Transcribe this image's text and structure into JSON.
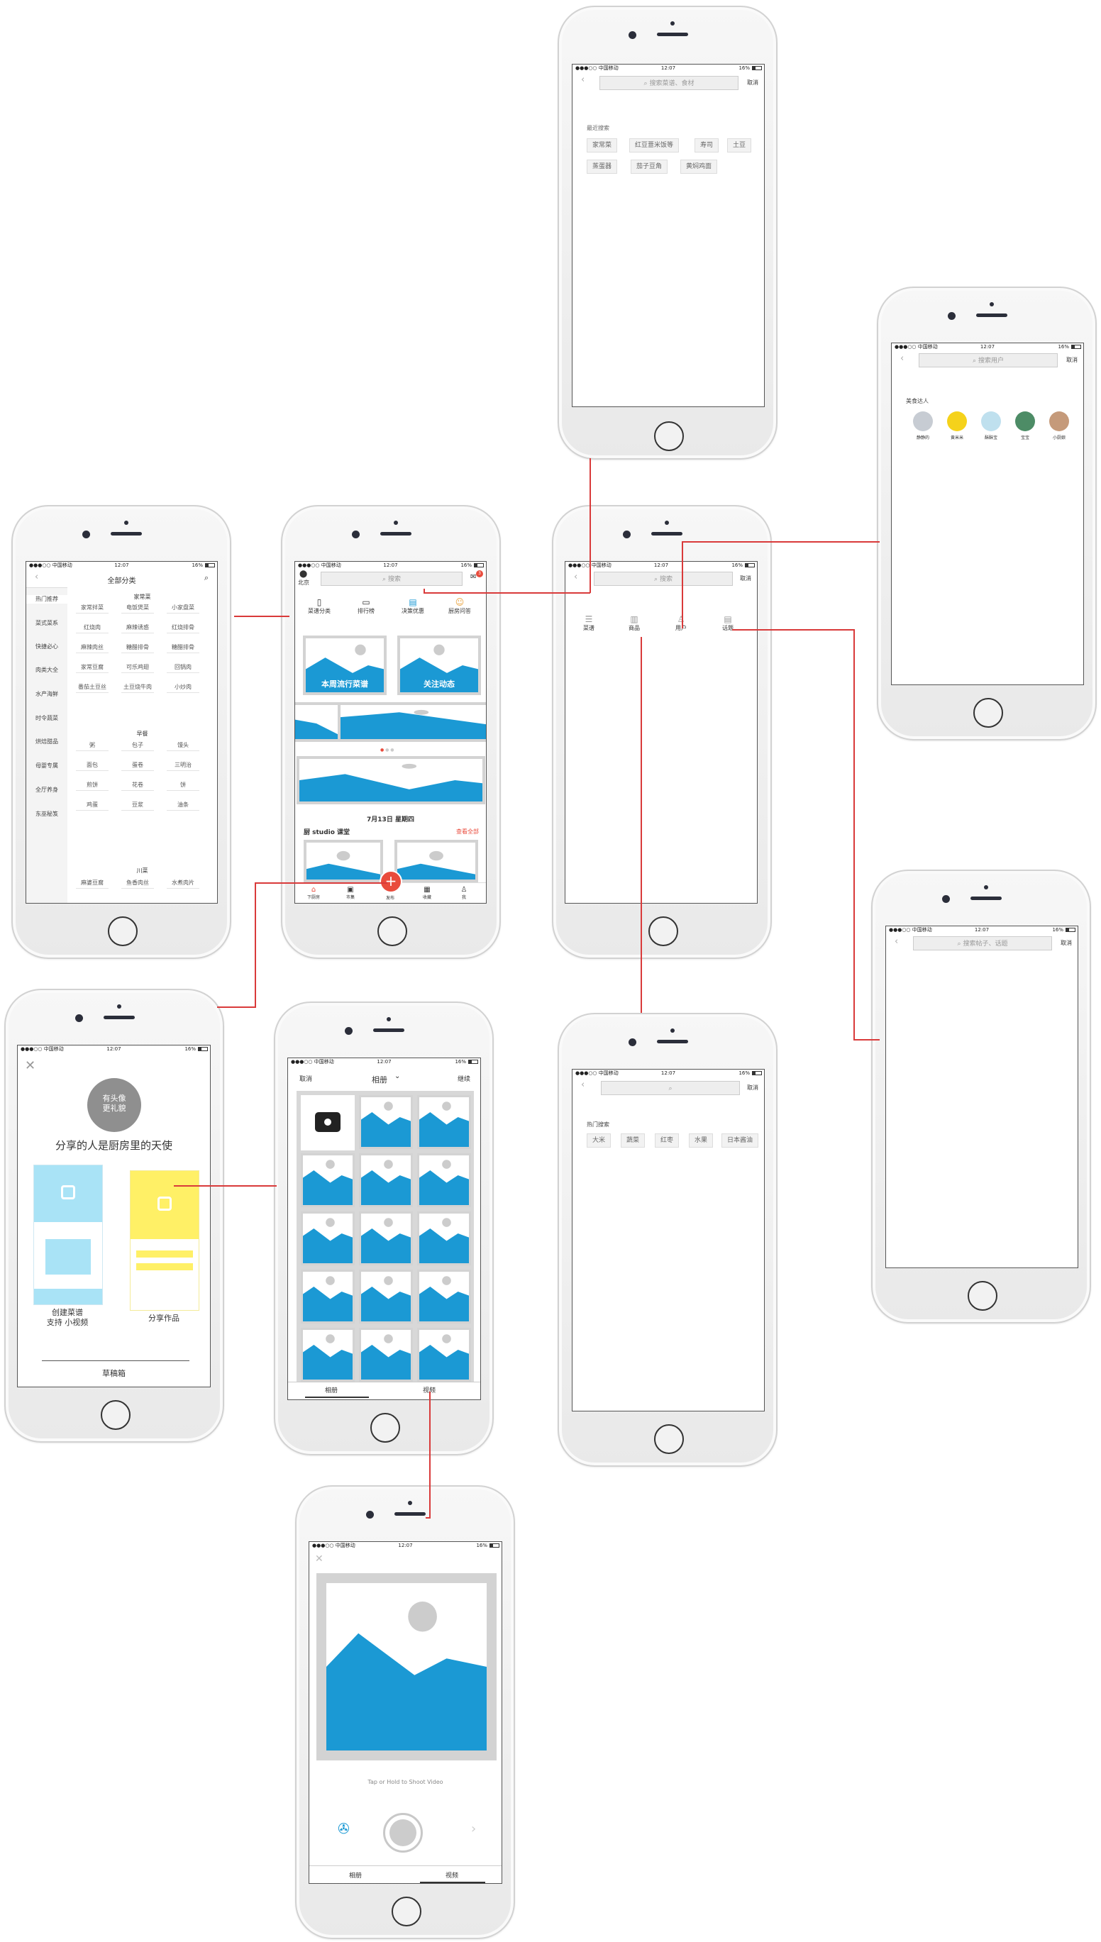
{
  "status_bar": {
    "carrier": "●●●○○ 中国移动",
    "time": "12:07",
    "battery": "16%"
  },
  "home": {
    "city": "北京",
    "search_placeholder": "搜索",
    "badge": "3",
    "quick_entries": [
      "菜谱分类",
      "排行榜",
      "决策优惠",
      "厨房问答"
    ],
    "banners": [
      "本周流行菜谱",
      "关注动态"
    ],
    "date_label": "7月13日 星期四",
    "studio_title": "厨 studio 课堂",
    "studio_more": "查看全部",
    "tabs": [
      "下厨房",
      "市集",
      "发布",
      "收藏",
      "我"
    ]
  },
  "search_history": {
    "placeholder": "搜索菜谱、食材",
    "cancel": "取消",
    "section": "最近搜索",
    "tags": [
      "家常菜",
      "红豆薏米饭等",
      "寿司",
      "土豆",
      "蒸蛋器",
      "茄子豆角",
      "黄焖鸡面"
    ]
  },
  "search_main": {
    "placeholder": "搜索",
    "cancel": "取消",
    "types": [
      "菜谱",
      "商品",
      "用户",
      "话题"
    ]
  },
  "search_users": {
    "placeholder": "搜索用户",
    "cancel": "取消",
    "section": "美食达人",
    "users": [
      "静静的",
      "黄米米",
      "酥酥宝",
      "宝宝",
      "小厨娘"
    ]
  },
  "search_topics": {
    "placeholder": "搜索帖子、话题",
    "cancel": "取消"
  },
  "search_goods": {
    "cancel": "取消",
    "section": "热门搜索",
    "tags": [
      "大米",
      "蔬菜",
      "红枣",
      "水果",
      "日本酱油"
    ]
  },
  "categories": {
    "title": "全部分类",
    "sidebar": [
      "热门推荐",
      "菜式菜系",
      "快捷必心",
      "肉类大全",
      "水产海鲜",
      "时令蔬菜",
      "烘焙甜品",
      "母婴专属",
      "全厅养身",
      "东巫秘笈"
    ],
    "group1_title": "家常菜",
    "group1": [
      "家常拌菜",
      "电饭煲菜",
      "小家盘菜",
      "红烧肉",
      "麻辣诱惑",
      "红烧排骨",
      "麻辣肉丝",
      "糖醋排骨",
      "糖醋排骨",
      "家常豆腐",
      "可乐鸡翅",
      "回锅肉",
      "番茄土豆丝",
      "土豆烧牛肉",
      "小炒肉"
    ],
    "group2_title": "早餐",
    "group2": [
      "粥",
      "包子",
      "馒头",
      "面包",
      "蛋卷",
      "三明治",
      "煎饼",
      "花卷",
      "饼",
      "鸡蛋",
      "豆浆",
      "油条"
    ],
    "group3_title": "川菜",
    "group3": [
      "麻婆豆腐",
      "鱼香肉丝",
      "水煮肉片"
    ]
  },
  "publish": {
    "avatar_text": "有头像\n更礼貌",
    "headline": "分享的人是厨房里的天使",
    "option1": "创建菜谱\n支持 小视频",
    "option2": "分享作品",
    "drafts": "草稿箱"
  },
  "album": {
    "cancel": "取消",
    "title": "相册",
    "next": "继续",
    "tabs": [
      "相册",
      "视频"
    ]
  },
  "video": {
    "hint": "Tap or Hold to Shoot Video",
    "tabs": [
      "相册",
      "视频"
    ]
  },
  "colors": {
    "accent": "#e94b3c",
    "image_blue": "#1b99d4",
    "connector": "#dd2a2a",
    "highlight_yellow": "#fff066",
    "highlight_cyan": "#a9e3f6"
  }
}
